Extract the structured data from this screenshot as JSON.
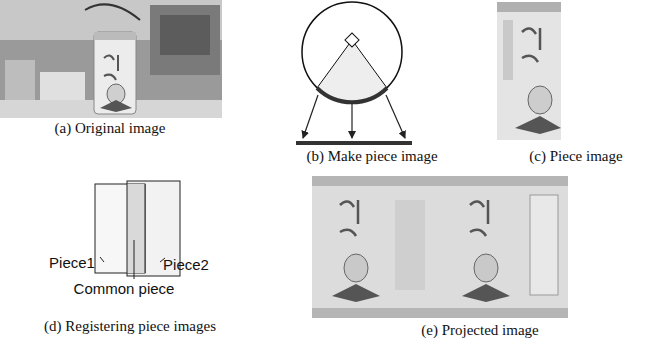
{
  "diagram": {
    "labels": [
      "(a) Original image",
      "(b) Make piece image",
      "(c) Piece image",
      "Piece1",
      "Piece2",
      "Common piece",
      "(d) Registering piece images",
      "(e) Projected image"
    ]
  }
}
